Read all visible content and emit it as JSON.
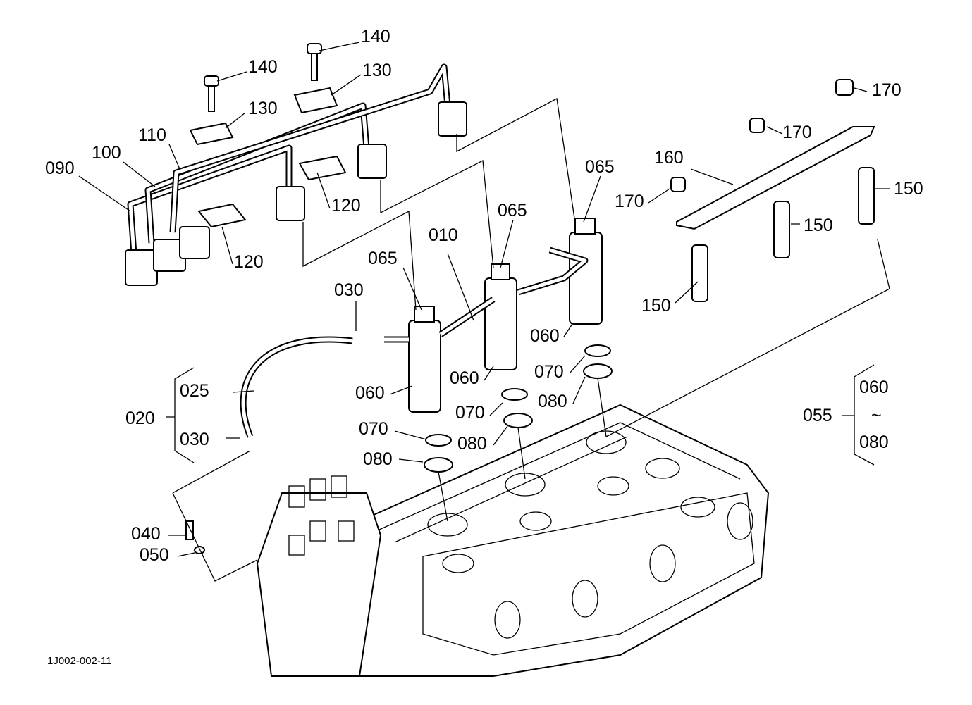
{
  "diagram": {
    "drawing_code": "1J002-002-11",
    "callouts": {
      "c140a": "140",
      "c140b": "140",
      "c130a": "130",
      "c130b": "130",
      "c110": "110",
      "c100": "100",
      "c090": "090",
      "c120a": "120",
      "c120b": "120",
      "c010": "010",
      "c065a": "065",
      "c065b": "065",
      "c065c": "065",
      "c160": "160",
      "c170a": "170",
      "c170b": "170",
      "c170c": "170",
      "c150a": "150",
      "c150b": "150",
      "c150c": "150",
      "c030a": "030",
      "c030b": "030",
      "c025": "025",
      "c020": "020",
      "c060a": "060",
      "c060b": "060",
      "c060c": "060",
      "c070a": "070",
      "c070b": "070",
      "c070c": "070",
      "c080a": "080",
      "c080b": "080",
      "c080c": "080",
      "c040": "040",
      "c050": "050",
      "c055": "055",
      "c055_from": "060",
      "c055_tilde": "~",
      "c055_to": "080"
    }
  }
}
